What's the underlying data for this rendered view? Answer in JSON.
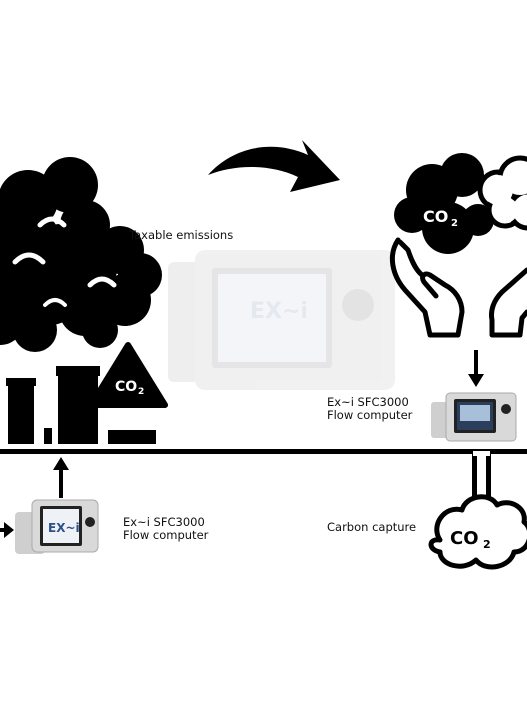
{
  "labels": {
    "taxable": "Taxable emissions",
    "device_right_line1": "Ex~i SFC3000",
    "device_right_line2": "Flow computer",
    "device_left_line1": "Ex~i SFC3000",
    "device_left_line2": "Flow computer",
    "carbon_capture": "Carbon capture"
  },
  "co2": {
    "factory_triangle": "CO",
    "cloud_top": "CO",
    "capture_cloud": "CO",
    "subscript": "2"
  },
  "device": {
    "logo": "EX~i"
  },
  "icons": [
    "smoke-clouds-icon",
    "factory-icon",
    "co2-triangle-icon",
    "curved-arrow-icon",
    "co2-cloud-icon",
    "hands-icon",
    "pipeline-icon",
    "capture-cloud-icon",
    "flow-computer-icon"
  ],
  "colors": {
    "ink": "#000000",
    "background": "#ffffff",
    "device_screen": "#2b3f5c"
  }
}
